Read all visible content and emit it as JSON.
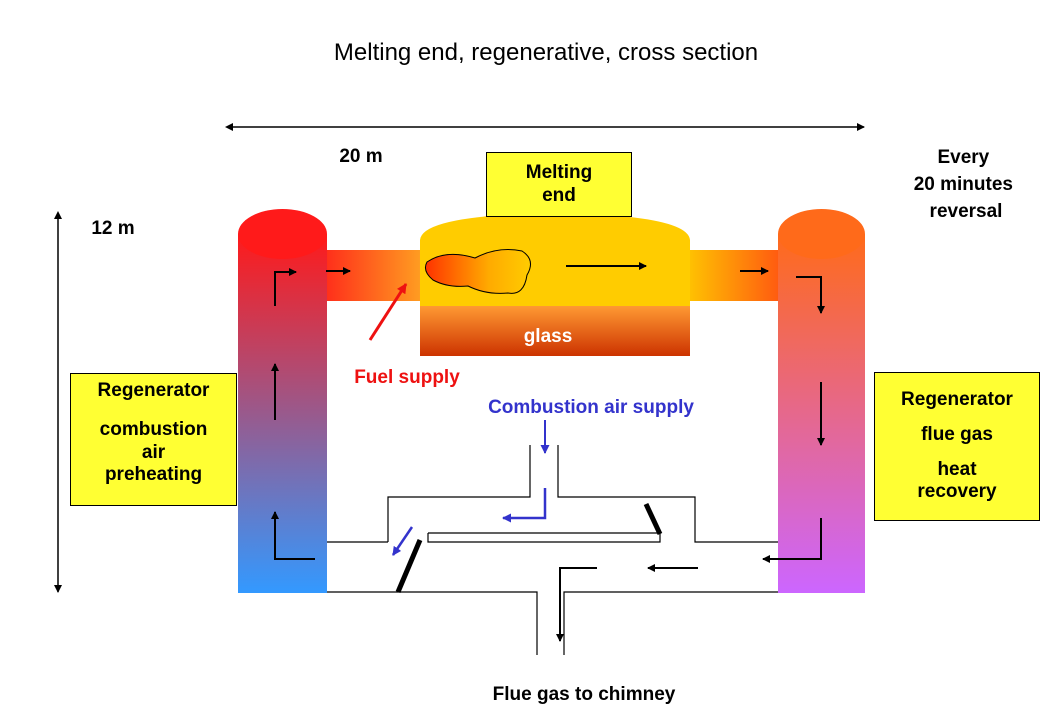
{
  "title": "Melting end, regenerative, cross section",
  "labels": {
    "width": "20 m",
    "height": "12 m",
    "reversal": [
      "Every",
      "20 minutes",
      "reversal"
    ],
    "melting_end": [
      "Melting",
      "end"
    ],
    "glass": "glass",
    "fuel_supply": "Fuel supply",
    "combustion_air_supply": "Combustion air supply",
    "flue_gas_to_chimney": "Flue gas to chimney",
    "left_regenerator": [
      "Regenerator",
      "combustion",
      "air",
      "preheating"
    ],
    "right_regenerator": [
      "Regenerator",
      "flue gas",
      "heat",
      "recovery"
    ]
  },
  "colors": {
    "fuel": "#ee1111",
    "air": "#3333cc",
    "label_box": "#ffff33",
    "melting_chamber": "#ffcc00",
    "glass_top": "#ff9933",
    "glass_bottom": "#cc3300",
    "left_regen_top": "#ff1a1a",
    "left_regen_bottom": "#3399ff",
    "right_regen_top": "#ff6a1a",
    "right_regen_bottom": "#cc66ff"
  }
}
